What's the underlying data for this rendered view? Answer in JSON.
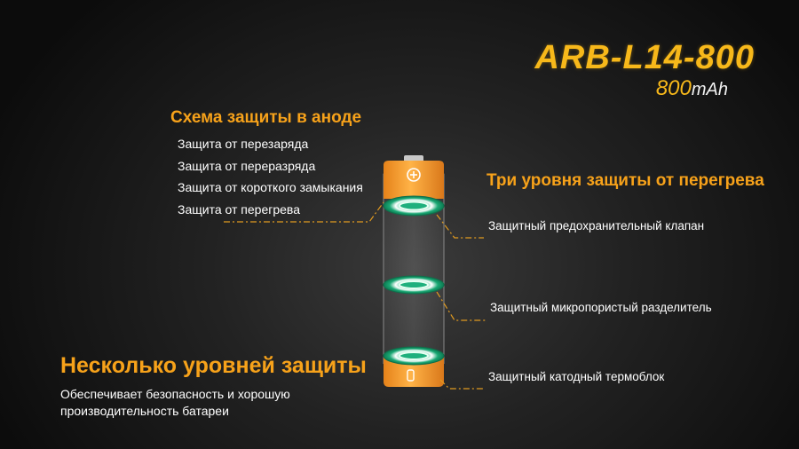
{
  "model": "ARB-L14-800",
  "capacity": {
    "value": "800",
    "unit": "mAh"
  },
  "anode_scheme": {
    "title": "Схема защиты в аноде",
    "items": [
      "Защита от перезаряда",
      "Защита от переразряда",
      "Защита от короткого замыкания",
      "Защита от перегрева"
    ]
  },
  "heat_protection": {
    "title": "Три уровня защиты от перегрева",
    "callouts": [
      "Защитный предохранительный клапан",
      "Защитный микропористый разделитель",
      "Защитный катодный термоблок"
    ]
  },
  "levels": {
    "title": "Несколько уровней защиты",
    "description": "Обеспечивает безопасность и хорошую производительность батареи"
  },
  "colors": {
    "accent": "#f7b81a",
    "battery": "#f59a1d",
    "ring": "#18b07a",
    "leader": "#e09a20"
  }
}
